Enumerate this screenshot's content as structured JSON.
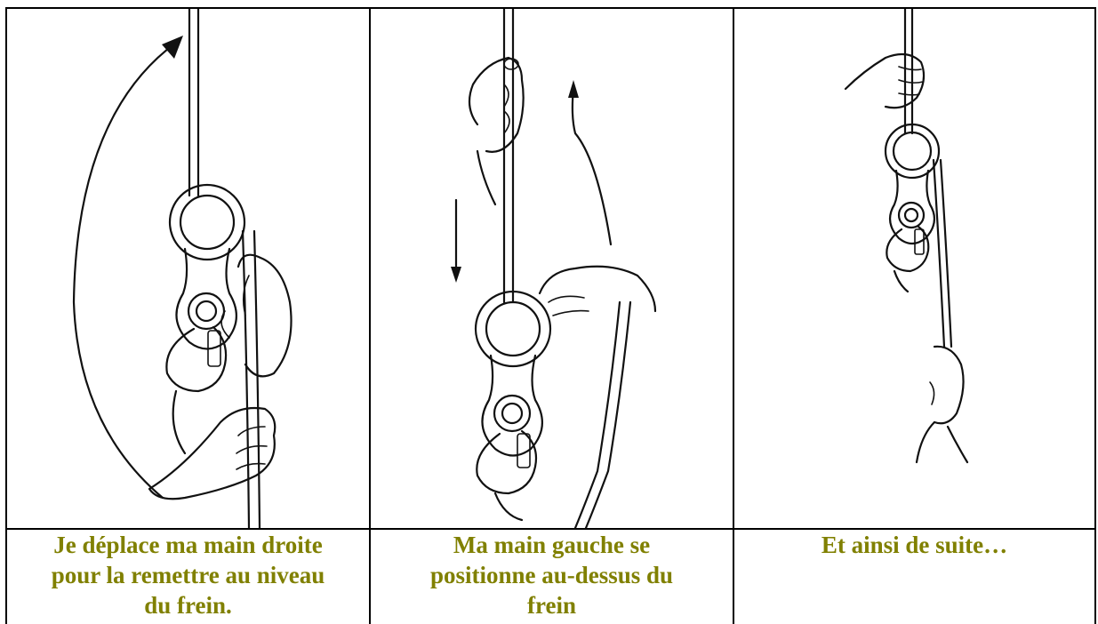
{
  "panels": [
    {
      "illustration": "figure-eight-descender-hand-move",
      "caption_lines": [
        "Je déplace ma main droite",
        "pour la remettre au niveau",
        "du frein."
      ]
    },
    {
      "illustration": "figure-eight-descender-left-hand-above",
      "caption_lines": [
        "Ma main gauche se",
        "positionne au-dessus du",
        "frein"
      ]
    },
    {
      "illustration": "figure-eight-descender-repeat",
      "caption_lines": [
        "Et ainsi de suite…"
      ]
    }
  ],
  "colors": {
    "caption": "#808000",
    "border": "#000000",
    "ink": "#111111"
  }
}
